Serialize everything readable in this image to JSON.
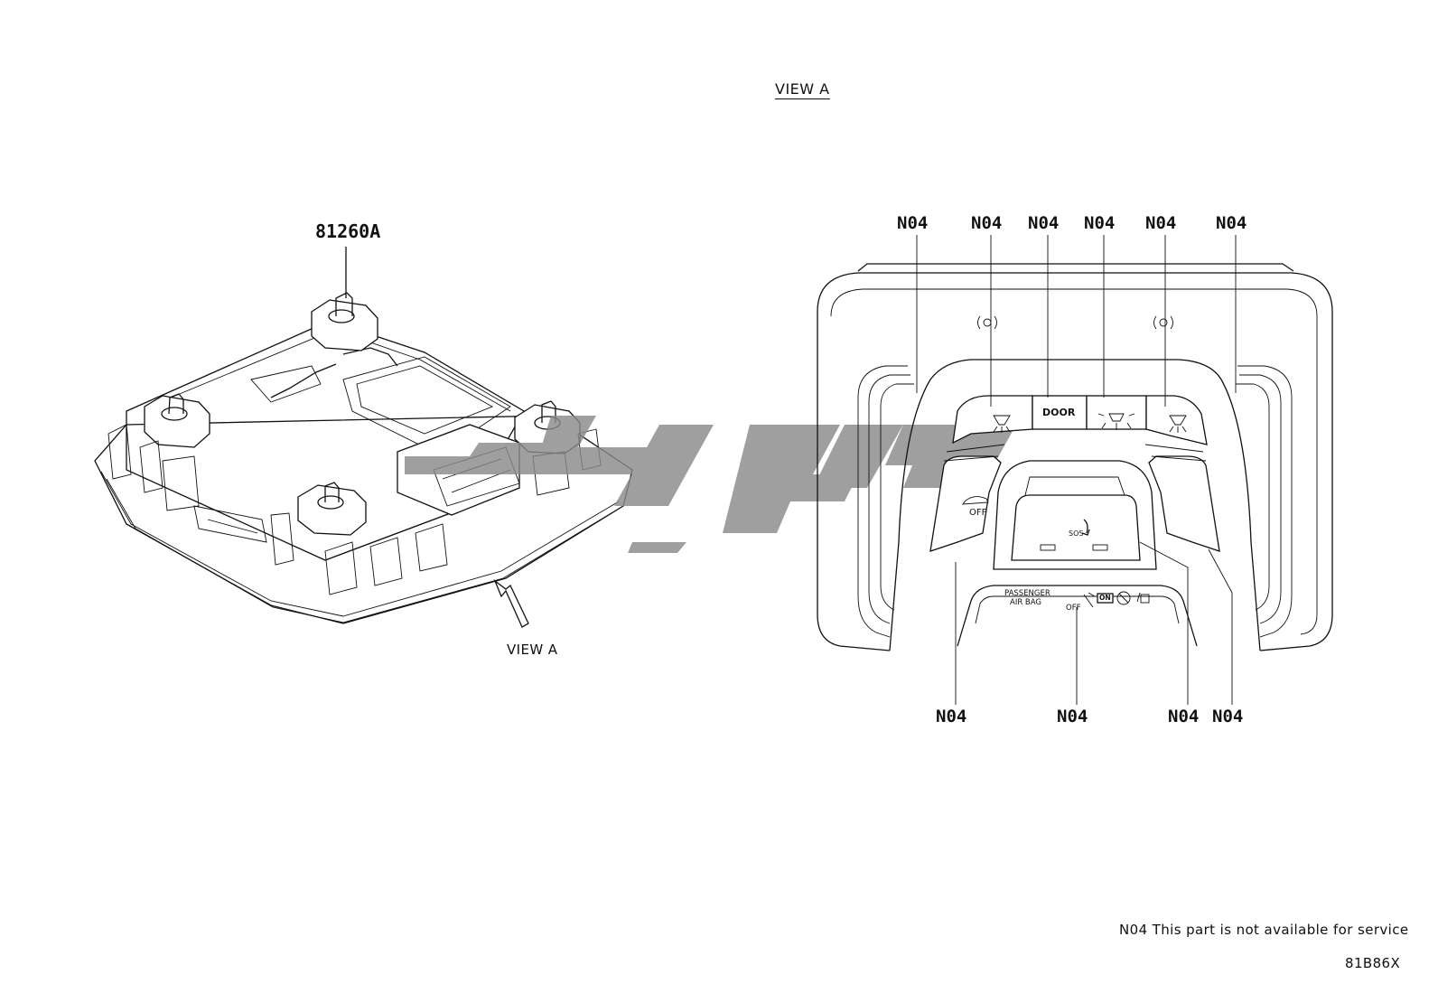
{
  "view_title": "VIEW A",
  "part_number": "81260A",
  "view_a_arrow_label": "VIEW A",
  "callouts_top": [
    "N04",
    "N04",
    "N04",
    "N04",
    "N04",
    "N04"
  ],
  "callouts_bottom": [
    "N04",
    "N04",
    "N04",
    "N04"
  ],
  "panel_labels": {
    "door": "DOOR",
    "off": "OFF",
    "sos": "SOS",
    "passenger": "PASSENGER",
    "air_bag": "AIR BAG",
    "airbag_off": "OFF",
    "airbag_on": "ON"
  },
  "footnote": "N04 This part is not available for service",
  "illustration_code": "81B86X",
  "icons": [
    "dome-light-icon",
    "map-light-icon",
    "sunroof-icon",
    "sos-icon",
    "microphone-icon",
    "seatbelt-icon",
    "airbag-icon",
    "watermark-logo"
  ]
}
